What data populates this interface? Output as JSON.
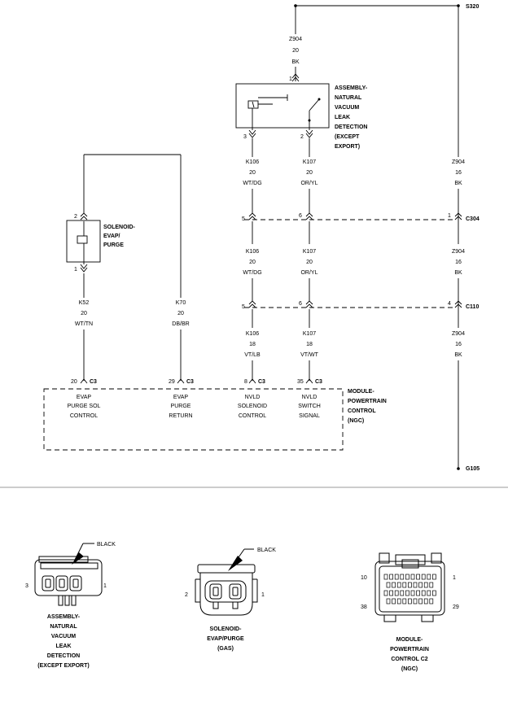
{
  "top_splice": "S320",
  "ground": "G105",
  "wire_z904_top": {
    "id": "Z904",
    "gauge": "20",
    "color": "BK"
  },
  "ldp": {
    "title": [
      "ASSEMBLY-",
      "NATURAL",
      "VACUUM",
      "LEAK",
      "DETECTION",
      "(EXCEPT",
      "EXPORT)"
    ],
    "pin_top": "1",
    "pin_left": "3",
    "pin_right": "2"
  },
  "wires_row1": [
    {
      "id": "K106",
      "gauge": "20",
      "color": "WT/DG"
    },
    {
      "id": "K107",
      "gauge": "20",
      "color": "OR/YL"
    },
    {
      "id": "Z904",
      "gauge": "16",
      "color": "BK"
    }
  ],
  "c304": {
    "name": "C304",
    "pins": [
      "5",
      "6",
      "1"
    ]
  },
  "wires_row2": [
    {
      "id": "K106",
      "gauge": "20",
      "color": "WT/DG"
    },
    {
      "id": "K107",
      "gauge": "20",
      "color": "OR/YL"
    },
    {
      "id": "Z904",
      "gauge": "16",
      "color": "BK"
    }
  ],
  "c110": {
    "name": "C110",
    "pins": [
      "5",
      "6",
      "4"
    ]
  },
  "wires_row3": [
    {
      "id": "K106",
      "gauge": "18",
      "color": "VT/LB"
    },
    {
      "id": "K107",
      "gauge": "18",
      "color": "VT/WT"
    },
    {
      "id": "Z904",
      "gauge": "16",
      "color": "BK"
    }
  ],
  "solenoid": {
    "title": [
      "SOLENOID-",
      "EVAP/",
      "PURGE"
    ],
    "pin_top": "2",
    "pin_bottom": "1"
  },
  "wire_k52": {
    "id": "K52",
    "gauge": "20",
    "color": "WT/TN"
  },
  "wire_k70": {
    "id": "K70",
    "gauge": "20",
    "color": "DB/BR"
  },
  "pcm": {
    "title": [
      "MODULE-",
      "POWERTRAIN",
      "CONTROL",
      "(NGC)"
    ],
    "pins": [
      {
        "pin": "20",
        "conn": "C3",
        "label": [
          "EVAP",
          "PURGE SOL",
          "CONTROL"
        ]
      },
      {
        "pin": "29",
        "conn": "C3",
        "label": [
          "EVAP",
          "PURGE",
          "RETURN"
        ]
      },
      {
        "pin": "8",
        "conn": "C3",
        "label": [
          "NVLD",
          "SOLENOID",
          "CONTROL"
        ]
      },
      {
        "pin": "35",
        "conn": "C3",
        "label": [
          "NVLD",
          "SWITCH",
          "SIGNAL"
        ]
      }
    ]
  },
  "connectors": [
    {
      "callout": "BLACK",
      "pin_left": "3",
      "pin_right": "1",
      "caption": [
        "ASSEMBLY-",
        "NATURAL",
        "VACUUM",
        "LEAK",
        "DETECTION",
        "(EXCEPT EXPORT)"
      ]
    },
    {
      "callout": "BLACK",
      "pin_left": "2",
      "pin_right": "1",
      "caption": [
        "SOLENOID-",
        "EVAP/PURGE",
        "(GAS)"
      ]
    },
    {
      "pin_tl": "10",
      "pin_tr": "1",
      "pin_bl": "38",
      "pin_br": "29",
      "caption": [
        "MODULE-",
        "POWERTRAIN",
        "CONTROL C2",
        "(NGC)"
      ]
    }
  ]
}
